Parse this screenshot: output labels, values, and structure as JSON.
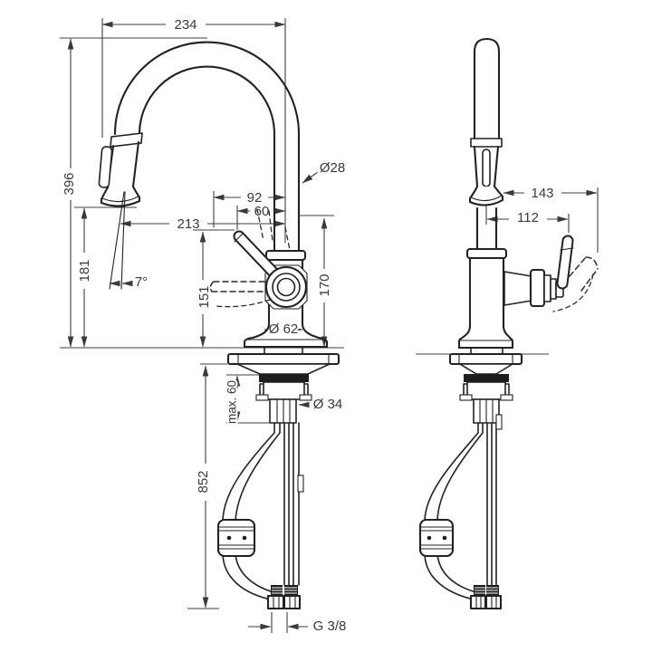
{
  "colors": {
    "line": "#222222",
    "dim_line": "#3f3f3f",
    "text": "#3a3a3a",
    "background": "#ffffff"
  },
  "front_view": {
    "dims": {
      "spout_projection": "234",
      "spout_height": "396",
      "spray_outlet_height": "181",
      "spout_diameter": "Ø28",
      "handle_offset_up": "60",
      "handle_offset_side": "92",
      "outlet_to_axis": "213",
      "aerator_height": "170",
      "handle_height": "151",
      "spray_angle": "7°",
      "body_diameter": "Ø 62",
      "max_deck_thickness": "max. 60",
      "hole_diameter": "Ø 34",
      "hose_length": "852",
      "connection_thread": "G 3/8"
    }
  },
  "side_view": {
    "dims": {
      "handle_reach_swung": "143",
      "handle_reach": "112"
    }
  }
}
